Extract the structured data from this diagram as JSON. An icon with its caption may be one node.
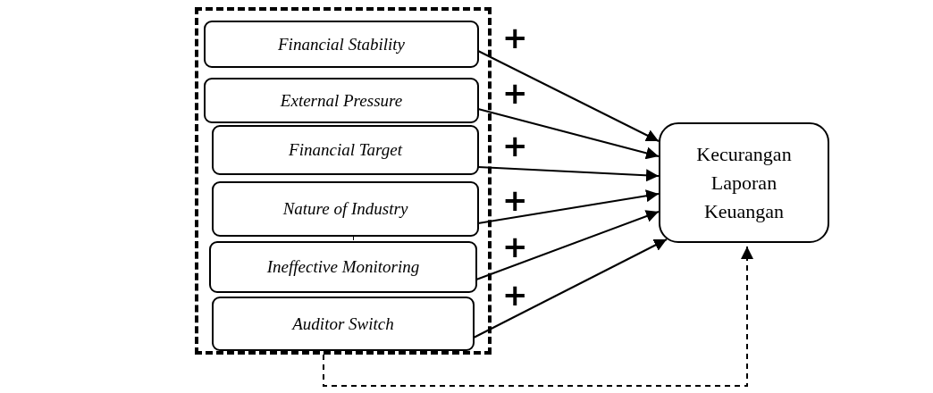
{
  "diagram": {
    "nodes": [
      {
        "text": [],
        "shape": "box"
      },
      {
        "text": [
          "Financial Stability"
        ],
        "in": 0
      },
      {
        "text": [
          "External Pressure"
        ],
        "in": 0
      },
      {
        "text": [
          "Financial Target"
        ],
        "in": 0
      },
      {
        "text": [
          "Nature of Industry"
        ],
        "in": 0
      },
      {
        "text": [
          "Ineffective Monitoring"
        ],
        "in": 0
      },
      {
        "text": [
          "Auditor Switch"
        ],
        "in": 0
      },
      {
        "text": [
          "Kecurangan Laporan Keuangan"
        ]
      }
    ],
    "edges": [
      {
        "from": 1,
        "to": 7,
        "arrow": "to",
        "label": "+"
      },
      {
        "from": 2,
        "to": 7,
        "arrow": "to",
        "label": "+"
      },
      {
        "from": 3,
        "to": 7,
        "arrow": "to",
        "label": "+"
      },
      {
        "from": 4,
        "to": 7,
        "arrow": "to",
        "label": "+"
      },
      {
        "from": 5,
        "to": 7,
        "arrow": "to",
        "label": "+"
      },
      {
        "from": 6,
        "to": 7,
        "arrow": "to",
        "label": "+"
      },
      {
        "from": 4,
        "to": 5,
        "arrow": "none"
      },
      {
        "from": 0,
        "to": 7,
        "arrow": "to",
        "style": "dashed"
      }
    ]
  }
}
